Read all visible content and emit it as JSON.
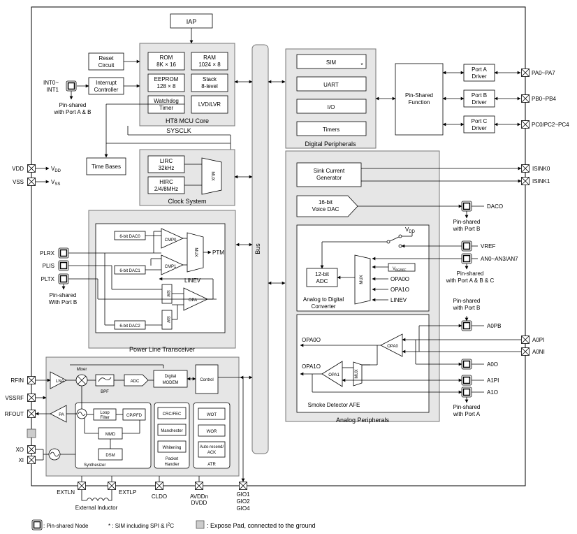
{
  "iap": "IAP",
  "mcu": {
    "title": "HT8 MCU Core",
    "rom": [
      "ROM",
      "8K × 16"
    ],
    "ram": [
      "RAM",
      "1024 × 8"
    ],
    "eeprom": [
      "EEPROM",
      "128 × 8"
    ],
    "stack": [
      "Stack",
      "8-level"
    ],
    "watchdog": [
      "Watchdog",
      "Timer"
    ],
    "lvd": "LVD/LVR"
  },
  "reset": [
    "Reset",
    "Circuit"
  ],
  "interrupt": [
    "Interrupt",
    "Controller"
  ],
  "int_pin": [
    "INT0~",
    "INT1"
  ],
  "int_note": [
    "Pin-shared",
    "with Port A & B"
  ],
  "sysclk": "SYSCLK",
  "time_bases": "Time Bases",
  "clock": {
    "title": "Clock System",
    "lirc": [
      "LIRC",
      "32kHz"
    ],
    "hirc": [
      "HIRC",
      "2/4/8MHz"
    ],
    "mux": "MUX"
  },
  "bus": "Bus",
  "digital": {
    "title": "Digital Peripherals",
    "items": [
      "SIM",
      "UART",
      "I/O",
      "Timers"
    ],
    "sim_star": "*"
  },
  "pin_shared_function": [
    "Pin-Shared",
    "Function"
  ],
  "ports": [
    {
      "driver": [
        "Port A",
        "Driver"
      ],
      "pins": "PA0~PA7"
    },
    {
      "driver": [
        "Port B",
        "Driver"
      ],
      "pins": "PB0~PB4"
    },
    {
      "driver": [
        "Port C",
        "Driver"
      ],
      "pins": "PC0/PC2~PC4"
    }
  ],
  "power": {
    "vdd": "VDD",
    "vdd_lbl": "V",
    "vdd_sub": "DD",
    "vss": "VSS",
    "vss_lbl": "V",
    "vss_sub": "SS"
  },
  "plt": {
    "title": "Power Line Transceiver",
    "dac0": "6-bit DAC0",
    "dac1": "6-bit DAC1",
    "dac2": "6-bit DAC2",
    "cmp0": "CMP0",
    "cmp1": "CMP1",
    "mux": "MUX",
    "ptm": "PTM",
    "linev": "LINEV",
    "sw": "SW",
    "opa": "OPA",
    "pins": [
      "PLRX",
      "PLIS",
      "PLTX"
    ],
    "note": [
      "Pin-shared",
      "With Port B"
    ]
  },
  "analog": {
    "title": "Analog Peripherals",
    "sink": [
      "Sink Current",
      "Generator"
    ],
    "isink": [
      "ISINK0",
      "ISINK1"
    ],
    "dac": [
      "16-bit",
      "Voice DAC"
    ],
    "daco": "DACO",
    "daco_note": [
      "Pin-shared",
      "with Port B"
    ],
    "adc_title": [
      "Analog to Digital",
      "Converter"
    ],
    "adc": [
      "12-bit",
      "ADC"
    ],
    "vdd_lbl": "V",
    "vdd_sub": "DD",
    "vbg_lbl": "V",
    "vbg_sub": "BGREF",
    "mux": "MUX",
    "mux_inputs": [
      "OPA0O",
      "OPA1O",
      "LINEV"
    ],
    "vref": "VREF",
    "an": "AN0~AN3/AN7",
    "an_note": [
      "Pin-shared",
      "with Port A & B & C"
    ],
    "smoke_title": "Smoke Detector AFE",
    "a0pb_note": [
      "Pin-shared",
      "with Port B"
    ],
    "a0pb": "A0PB",
    "opa0": "OPA0",
    "opa1": "OPA1",
    "opa0o": "OPA0O",
    "opa1o": "OPA1O",
    "a0pi": "A0PI",
    "a0ni": "A0NI",
    "a0o": "A0O",
    "a1pi": "A1PI",
    "a1o": "A1O",
    "a_note": [
      "Pin-shared",
      "with Port A"
    ]
  },
  "rf": {
    "lna": "LNA",
    "mixer": "Mixer",
    "bpf": "BPF",
    "adc": "ADC",
    "modem": [
      "Digital",
      "MODEM"
    ],
    "control": "Control",
    "pa": "PA",
    "loop": [
      "Loop",
      "Filter"
    ],
    "cppfd": "CP/PFD",
    "mmd": "MMD",
    "dsm": "DSM",
    "synth": "Synthesizer",
    "crc": "CRC/FEC",
    "manchester": "Manchester",
    "whitening": "Whitening",
    "packet": [
      "Packet",
      "Handler"
    ],
    "wot": "WOT",
    "wor": "WOR",
    "autoresend": [
      "Auto-resend/",
      "ACK"
    ],
    "atr": "ATR",
    "pins": [
      "RFIN",
      "VSSRF",
      "RFOUT",
      "XO",
      "XI"
    ]
  },
  "bottom": {
    "extln": "EXTLN",
    "extlp": "EXTLP",
    "inductor": "External Inductor",
    "cldo": "CLDO",
    "avdd": [
      "AVDDn",
      "DVDD"
    ],
    "gio": [
      "GIO1",
      "GIO2",
      "GIO4"
    ]
  },
  "legend": {
    "pin_shared": ": Pin-shared Node",
    "sim_note_a": "* : SIM including SPI & I",
    "sim_sup": "2",
    "sim_note_b": "C",
    "expose": ": Expose Pad, connected to the ground"
  }
}
